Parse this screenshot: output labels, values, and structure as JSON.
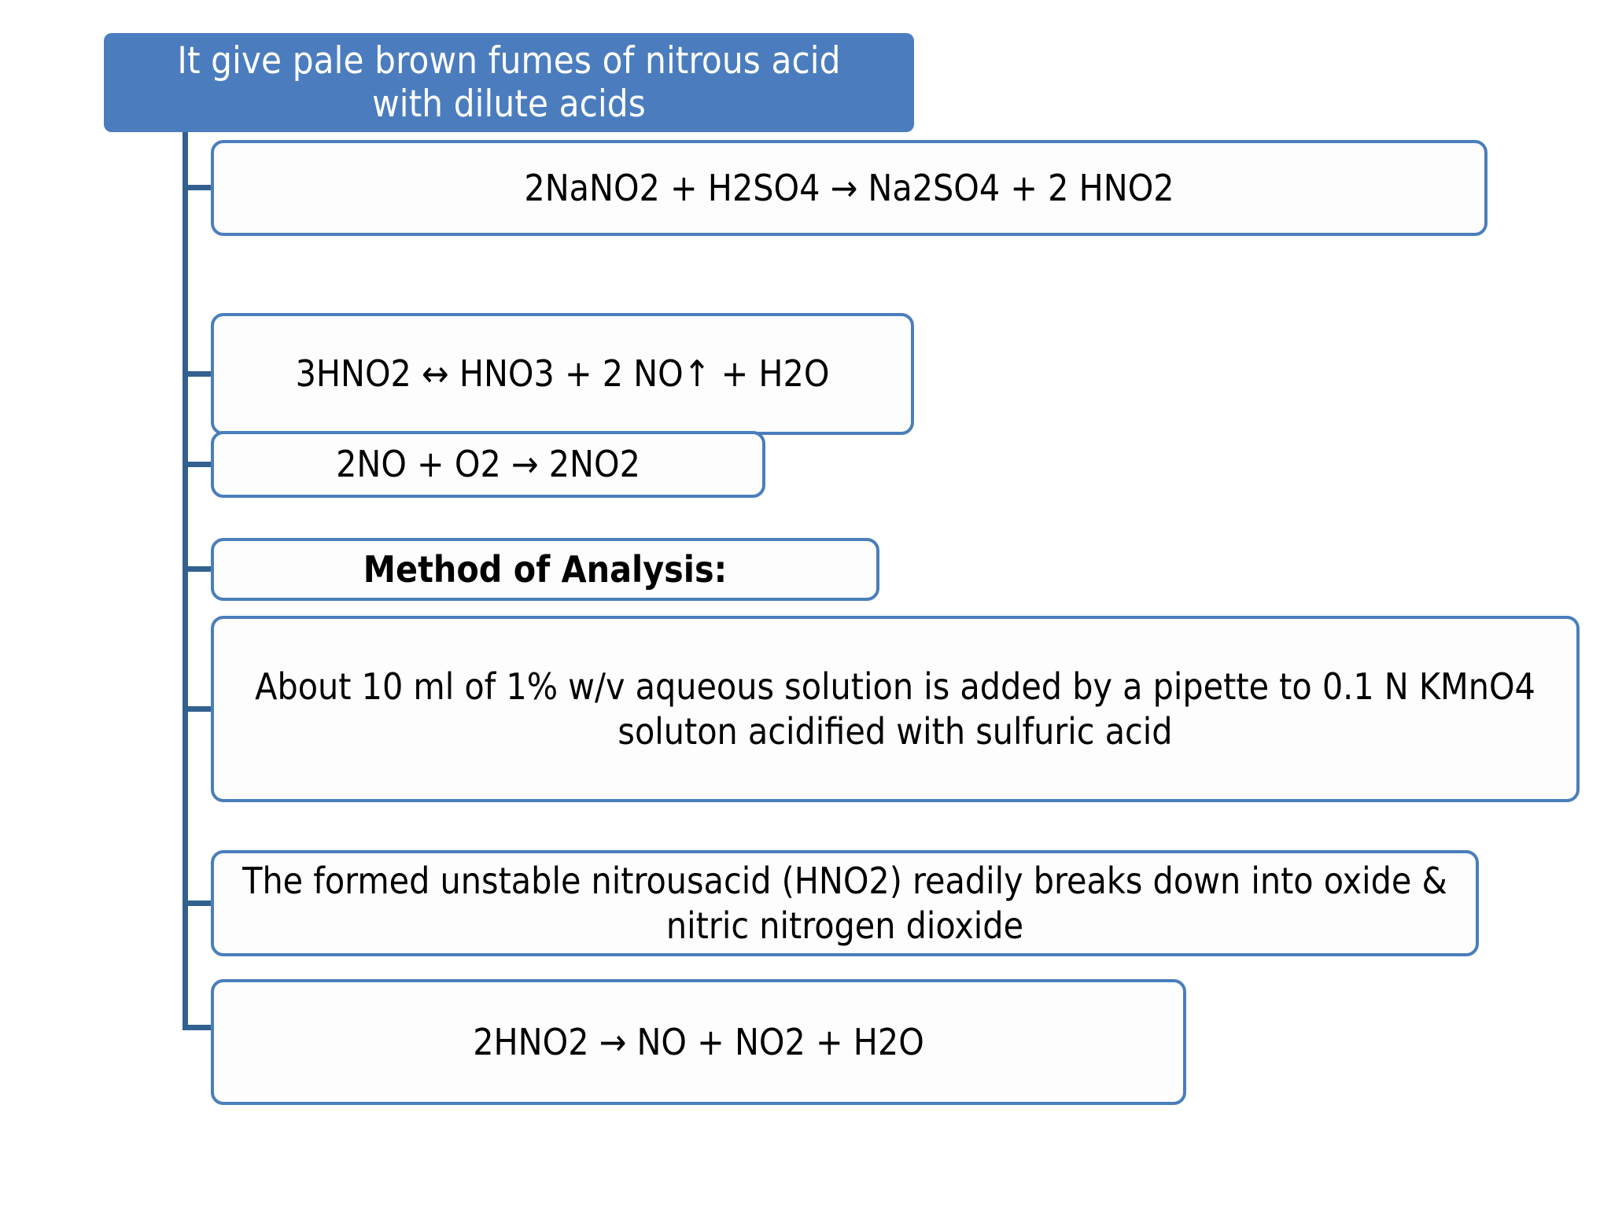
{
  "diagram": {
    "type": "vertical-branch-flow",
    "background_color": "#ffffff",
    "accent_color": "#4A7EBB",
    "header_fill_color": "#4B7DBE",
    "header_text_color": "#ffffff",
    "connector_color": "#33618F",
    "header": {
      "text": "It give pale brown fumes of nitrous acid\nwith dilute acids"
    },
    "nodes": [
      {
        "id": "eq1",
        "kind": "equation",
        "text": "2NaNO2 + H2SO4 → Na2SO4 + 2 HNO2",
        "bold": false
      },
      {
        "id": "eq2",
        "kind": "equation",
        "text": "3HNO2 ↔ HNO3 + 2 NO↑ + H2O",
        "bold": false
      },
      {
        "id": "eq3",
        "kind": "equation",
        "text": "2NO + O2 → 2NO2",
        "bold": false
      },
      {
        "id": "method",
        "kind": "heading",
        "text": "Method of Analysis:",
        "bold": true
      },
      {
        "id": "para1",
        "kind": "paragraph",
        "text": "About 10 ml of 1% w/v aqueous  solution is  added by a pipette to  0.1 N KMnO4 soluton  acidified with sulfuric acid",
        "bold": false
      },
      {
        "id": "para2",
        "kind": "paragraph",
        "text": "The formed unstable nitrousacid (HNO2) readily breaks down into oxide     & nitric  nitrogen dioxide",
        "bold": false
      },
      {
        "id": "eq4",
        "kind": "equation",
        "text": "2HNO2 → NO + NO2 + H2O",
        "bold": false
      }
    ]
  }
}
